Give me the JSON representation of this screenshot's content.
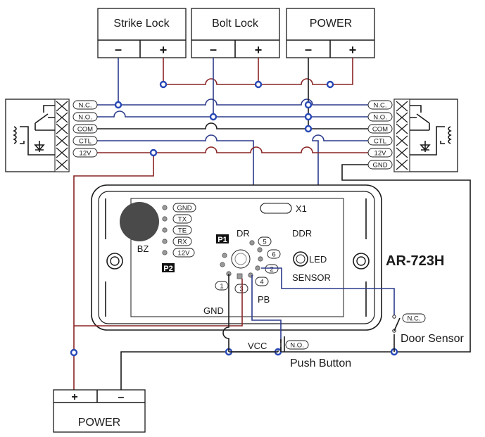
{
  "title": "AR-723H",
  "devices": {
    "strike_lock": {
      "label": "Strike Lock",
      "minus": "–",
      "plus": "+"
    },
    "bolt_lock": {
      "label": "Bolt Lock",
      "minus": "–",
      "plus": "+"
    },
    "power_top": {
      "label": "POWER",
      "minus": "–",
      "plus": "+"
    },
    "power_bottom": {
      "label": "POWER",
      "plus": "+",
      "minus": "–"
    }
  },
  "relay_left_terminals": [
    "N.C.",
    "N.O.",
    "COM",
    "CTL",
    "12V"
  ],
  "relay_right_terminals": [
    "N.C.",
    "N.O.",
    "COM",
    "CTL",
    "12V",
    "GND"
  ],
  "p2": {
    "title": "P2",
    "pins": [
      "GND",
      "TX",
      "TE",
      "RX",
      "12V"
    ],
    "buzzer": "BZ"
  },
  "p1": {
    "title": "P1",
    "pins": [
      "1",
      "2",
      "3",
      "4",
      "5",
      "6"
    ]
  },
  "board_labels": {
    "x1": "X1",
    "dr": "DR",
    "ddr": "DDR",
    "led": "LED",
    "sensor": "SENSOR",
    "pb": "PB",
    "gnd": "GND",
    "vcc": "VCC"
  },
  "push_button": {
    "label": "Push Button",
    "contact": "N.O."
  },
  "door_sensor": {
    "label": "Door Sensor",
    "contact": "N.C."
  }
}
